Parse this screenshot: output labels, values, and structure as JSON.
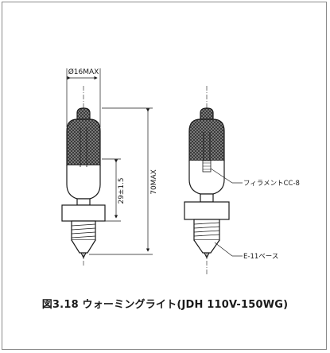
{
  "figure": {
    "caption": "図3.18 ウォーミングライト(JDH 110V-150WG)",
    "dimensions": {
      "diameter": "Ø16MAX",
      "height": "29±1.5",
      "total_length": "70MAX"
    },
    "callouts": {
      "filament": "フィラメントCC-8",
      "base": "E-11ベース"
    }
  }
}
